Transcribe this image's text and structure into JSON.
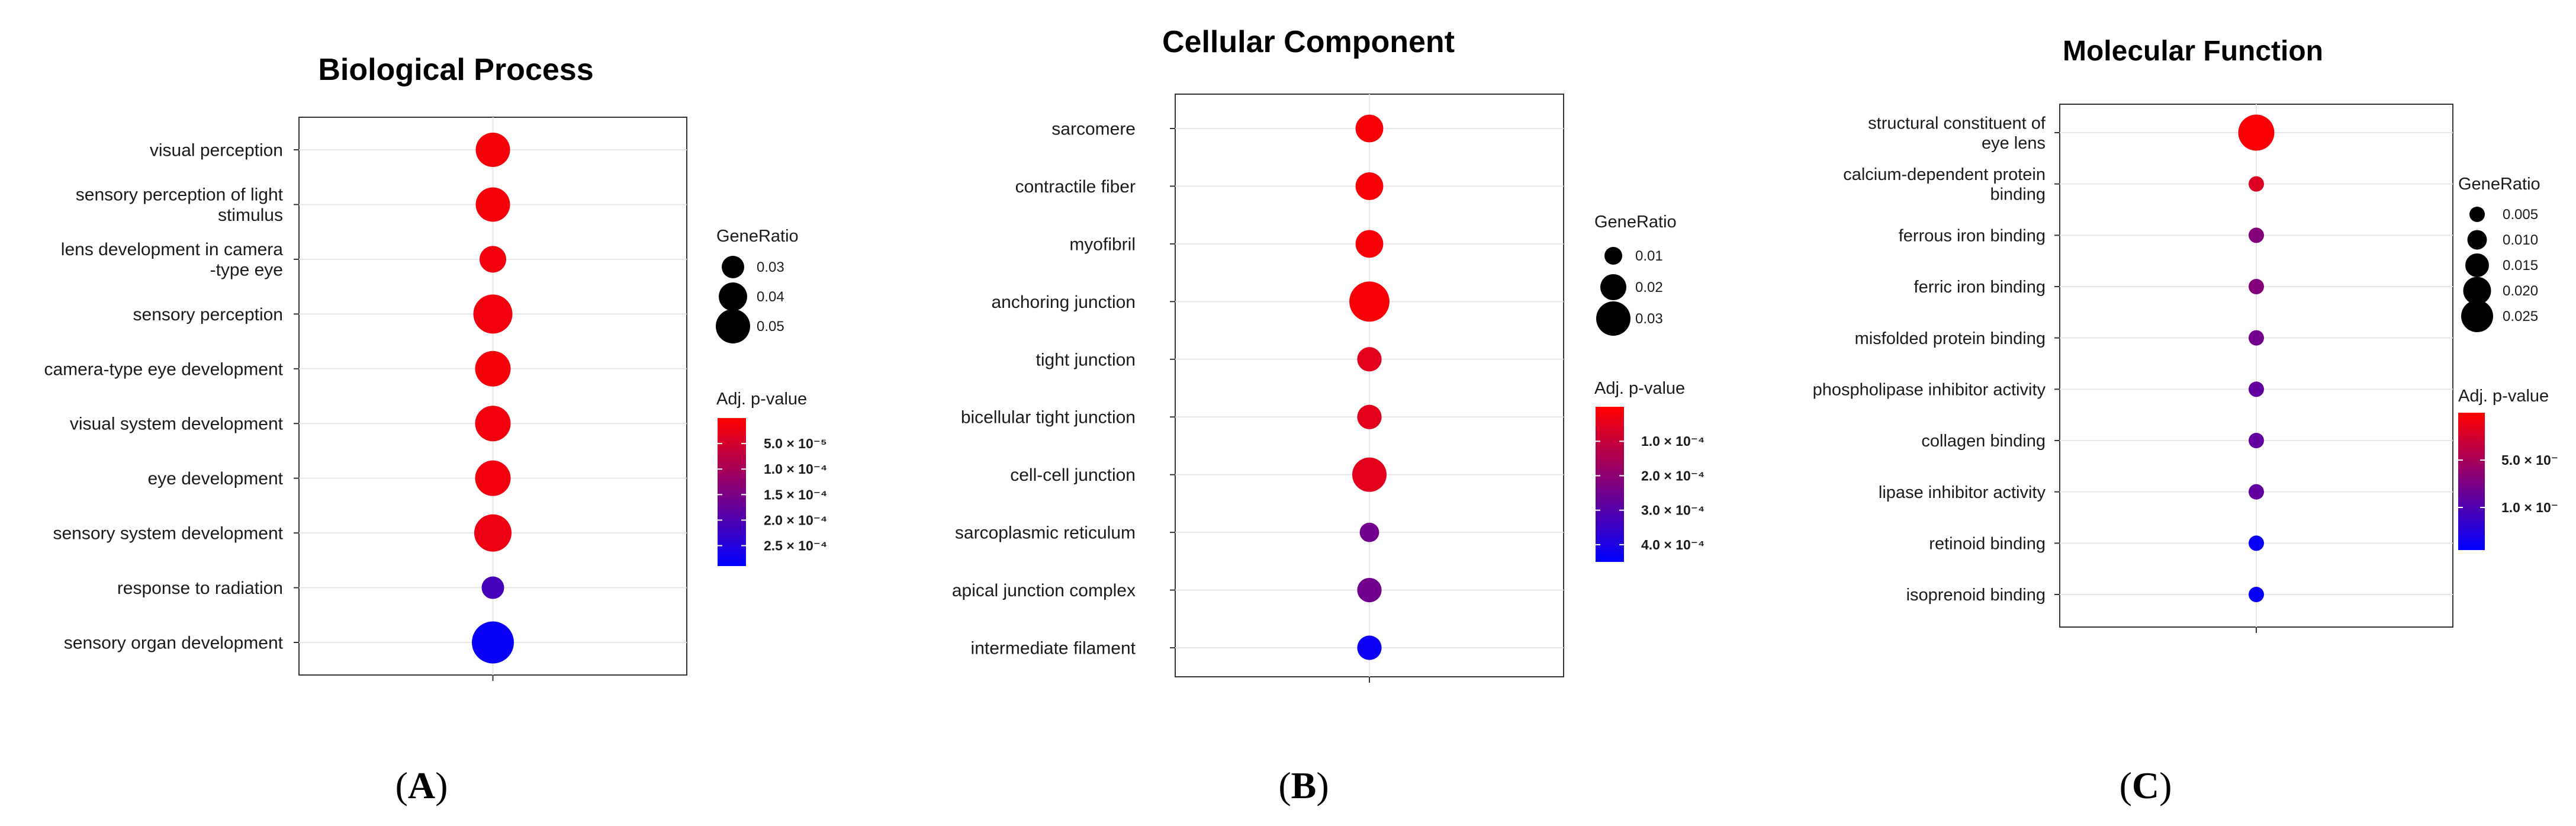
{
  "colors": {
    "low_p": "#ff0000",
    "high_p": "#0000ff",
    "frame": "#333333",
    "grid": "#e6e6e6",
    "background": "#ffffff"
  },
  "panel_letters": [
    "A",
    "B",
    "C"
  ],
  "chart_data": [
    {
      "type": "scatter",
      "title": "Biological Process",
      "categories": [
        "visual perception",
        "sensory perception of light stimulus",
        "lens development in camera -type eye",
        "sensory perception",
        "camera-type eye development",
        "visual system development",
        "eye development",
        "sensory system development",
        "response to radiation",
        "sensory organ development"
      ],
      "category_lines": [
        [
          "visual perception"
        ],
        [
          "sensory perception of light",
          "stimulus"
        ],
        [
          "lens development in camera",
          "-type eye"
        ],
        [
          "sensory perception"
        ],
        [
          "camera-type eye development"
        ],
        [
          "visual system development"
        ],
        [
          "eye development"
        ],
        [
          "sensory system development"
        ],
        [
          "response to radiation"
        ],
        [
          "sensory organ development"
        ]
      ],
      "gene_ratio": [
        0.05,
        0.05,
        0.037,
        0.058,
        0.052,
        0.052,
        0.052,
        0.055,
        0.03,
        0.063
      ],
      "adj_p_value": [
        1e-05,
        1e-05,
        1.5e-05,
        1.5e-05,
        1e-05,
        1.5e-05,
        1.5e-05,
        2e-05,
        0.00021,
        0.00028
      ],
      "size_legend": {
        "title": "GeneRatio",
        "values": [
          0.03,
          0.04,
          0.05
        ],
        "labels": [
          "0.03",
          "0.04",
          "0.05"
        ]
      },
      "color_legend": {
        "title": "Adj. p-value",
        "range": [
          0,
          0.00029
        ],
        "values": [
          5e-05,
          0.0001,
          0.00015,
          0.0002,
          0.00025
        ],
        "labels": [
          "5.0 × 10⁻⁵",
          "1.0 × 10⁻⁴",
          "1.5 × 10⁻⁴",
          "2.0 × 10⁻⁴",
          "2.5 × 10⁻⁴"
        ]
      }
    },
    {
      "type": "scatter",
      "title": "Cellular Component",
      "categories": [
        "sarcomere",
        "contractile fiber",
        "myofibril",
        "anchoring junction",
        "tight junction",
        "bicellular tight junction",
        "cell-cell junction",
        "sarcoplasmic reticulum",
        "apical junction complex",
        "intermediate filament"
      ],
      "category_lines": [
        [
          "sarcomere"
        ],
        [
          "contractile fiber"
        ],
        [
          "myofibril"
        ],
        [
          "anchoring junction"
        ],
        [
          "tight junction"
        ],
        [
          "bicellular tight junction"
        ],
        [
          "cell-cell junction"
        ],
        [
          "sarcoplasmic reticulum"
        ],
        [
          "apical junction complex"
        ],
        [
          "intermediate filament"
        ]
      ],
      "gene_ratio": [
        0.022,
        0.022,
        0.022,
        0.037,
        0.018,
        0.018,
        0.03,
        0.012,
        0.018,
        0.018
      ],
      "adj_p_value": [
        1e-05,
        1e-05,
        1e-05,
        1e-05,
        5e-05,
        5e-05,
        5e-05,
        0.00025,
        0.00025,
        0.00043
      ],
      "size_legend": {
        "title": "GeneRatio",
        "values": [
          0.01,
          0.02,
          0.03
        ],
        "labels": [
          "0.01",
          "0.02",
          "0.03"
        ]
      },
      "color_legend": {
        "title": "Adj. p-value",
        "range": [
          0,
          0.00045
        ],
        "values": [
          0.0001,
          0.0002,
          0.0003,
          0.0004
        ],
        "labels": [
          "1.0 × 10⁻⁴",
          "2.0 × 10⁻⁴",
          "3.0 × 10⁻⁴",
          "4.0 × 10⁻⁴"
        ]
      }
    },
    {
      "type": "scatter",
      "title": "Molecular Function",
      "categories": [
        "structural constituent of eye lens",
        "calcium-dependent protein binding",
        "ferrous iron binding",
        "ferric iron binding",
        "misfolded protein binding",
        "phospholipase inhibitor activity",
        "collagen binding",
        "lipase inhibitor activity",
        "retinoid binding",
        "isoprenoid binding"
      ],
      "category_lines": [
        [
          "structural constituent of",
          "eye lens"
        ],
        [
          "calcium-dependent protein",
          "binding"
        ],
        [
          "ferrous iron binding"
        ],
        [
          "ferric iron binding"
        ],
        [
          "misfolded protein binding"
        ],
        [
          "phospholipase inhibitor activity"
        ],
        [
          "collagen binding"
        ],
        [
          "lipase inhibitor activity"
        ],
        [
          "retinoid binding"
        ],
        [
          "isoprenoid binding"
        ]
      ],
      "gene_ratio": [
        0.03,
        0.005,
        0.005,
        0.005,
        0.005,
        0.005,
        0.005,
        0.005,
        0.005,
        0.005
      ],
      "adj_p_value": [
        3e-06,
        2e-05,
        7e-05,
        7e-05,
        8e-05,
        9e-05,
        9e-05,
        9e-05,
        0.00014,
        0.00014
      ],
      "size_legend": {
        "title": "GeneRatio",
        "values": [
          0.005,
          0.01,
          0.015,
          0.02,
          0.025
        ],
        "labels": [
          "0.005",
          "0.010",
          "0.015",
          "0.020",
          "0.025"
        ]
      },
      "color_legend": {
        "title": "Adj. p-value",
        "range": [
          0,
          0.000145
        ],
        "values": [
          5e-05,
          0.0001
        ],
        "labels": [
          "5.0 × 10⁻",
          "1.0 × 10⁻"
        ]
      }
    }
  ]
}
